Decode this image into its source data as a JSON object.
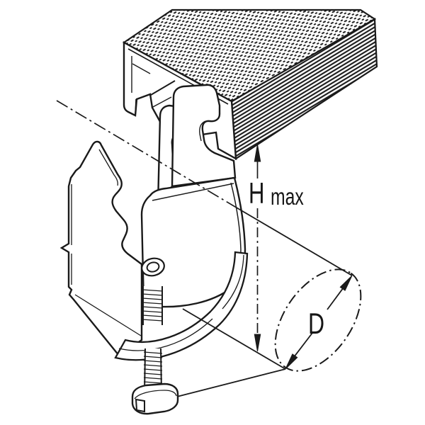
{
  "meta": {
    "title": "Cable clamp on mounting rail — dimension drawing",
    "drawing_type": "technical-line-illustration"
  },
  "colors": {
    "background": "#ffffff",
    "line": "#1a1a1a"
  },
  "labels": {
    "h_dim": {
      "main": "H",
      "sub": "max"
    },
    "d_dim": {
      "main": "D"
    }
  }
}
